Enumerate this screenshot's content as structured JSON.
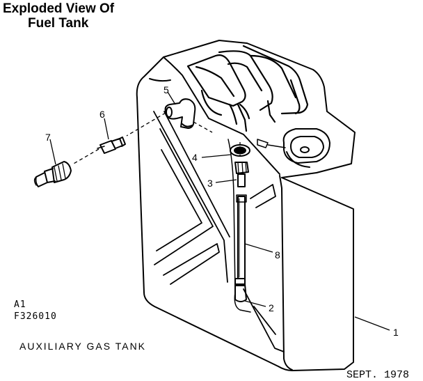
{
  "title": {
    "line1": "Exploded View Of",
    "line2": "Fuel Tank"
  },
  "reference": {
    "line1": "A1",
    "line2": "F326010"
  },
  "caption": "AUXILIARY GAS TANK",
  "date": "SEPT. 1978",
  "callouts": [
    "1",
    "2",
    "3",
    "4",
    "5",
    "6",
    "7",
    "8"
  ]
}
